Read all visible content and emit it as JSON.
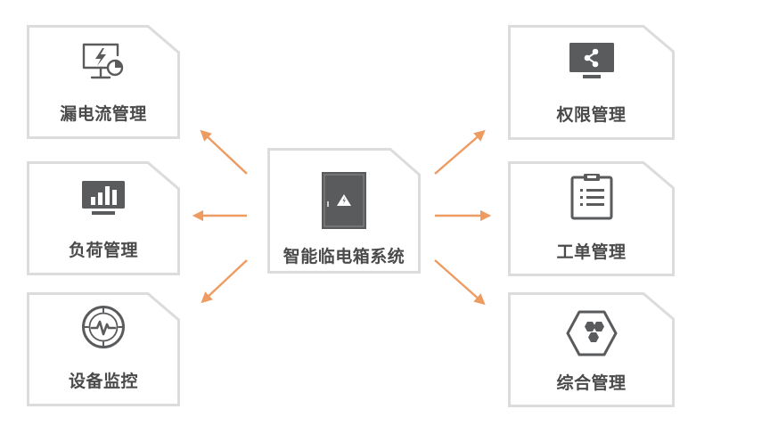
{
  "center": {
    "label": "智能临电箱系统",
    "icon": "electrical-cabinet-icon"
  },
  "left_modules": [
    {
      "label": "漏电流管理",
      "icon": "monitor-lightning-icon"
    },
    {
      "label": "负荷管理",
      "icon": "bar-chart-monitor-icon"
    },
    {
      "label": "设备监控",
      "icon": "pulse-monitor-icon"
    }
  ],
  "right_modules": [
    {
      "label": "权限管理",
      "icon": "share-monitor-icon"
    },
    {
      "label": "工单管理",
      "icon": "clipboard-list-icon"
    },
    {
      "label": "综合管理",
      "icon": "hexagon-nodes-icon"
    }
  ],
  "colors": {
    "card_border": "#dcdcdc",
    "icon": "#5a5b5d",
    "text": "#4a4a4a",
    "arrow": "#ee9b62"
  }
}
